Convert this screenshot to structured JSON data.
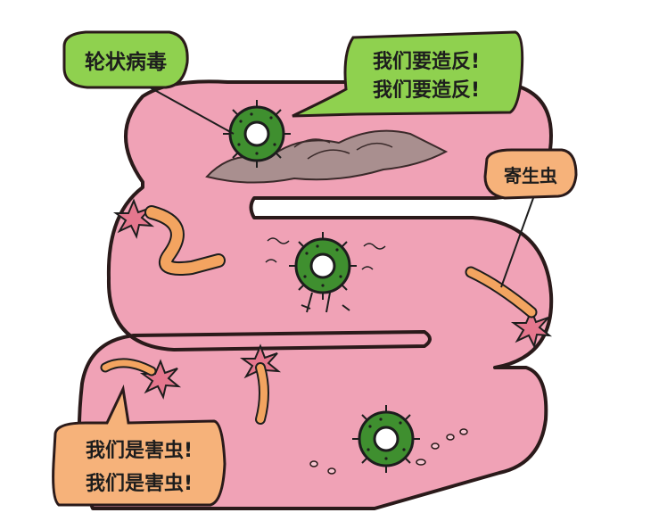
{
  "labels": {
    "rotavirus": "轮状病毒",
    "parasite": "寄生虫"
  },
  "speech": {
    "virus_line1": "我们要造反!",
    "virus_line2": "我们要造反!",
    "pests_line1": "我们是害虫!",
    "pests_line2": "我们是害虫!"
  },
  "colors": {
    "intestine": "#f0a2b6",
    "outline": "#2a1a1a",
    "green_bubble": "#8fd14f",
    "orange_bubble": "#f6b27a",
    "virus": "#3f8f2f",
    "worm": "#f3a460",
    "spike": "#e5778e"
  },
  "icons": {
    "rotavirus": "rotavirus-icon",
    "worm": "worm-icon",
    "debris": "food-debris-icon"
  }
}
